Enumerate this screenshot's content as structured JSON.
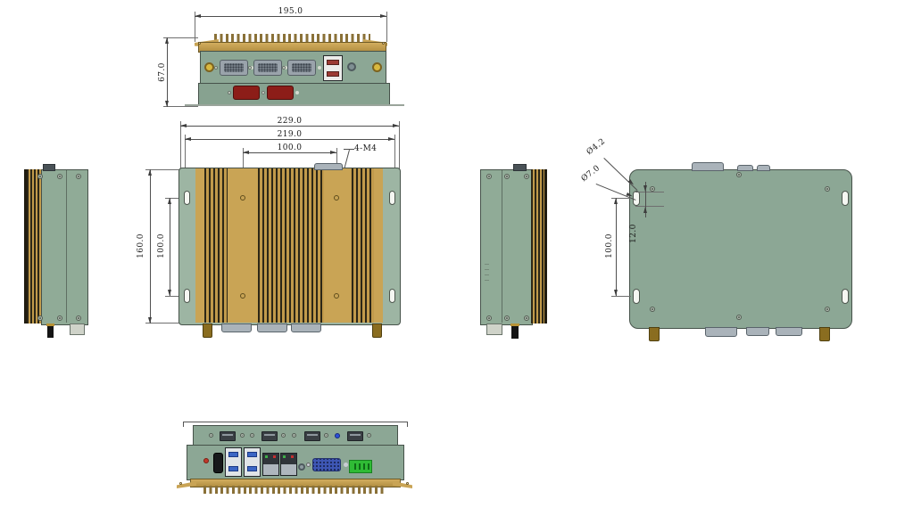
{
  "drawing_title": "fanless-embedded-pc-outline-dimension-drawing",
  "dims": {
    "front_width": "195.0",
    "front_height": "67.0",
    "top_overall_width": "229.0",
    "top_inner_width": "219.0",
    "top_hole_pitch_x": "100.0",
    "top_thread_callout": "4-M4",
    "top_overall_depth": "160.0",
    "top_hole_pitch_y": "100.0",
    "bottom_hole_small_dia": "Ø4.2",
    "bottom_hole_large_dia": "Ø7.0",
    "bottom_slot_offset": "12.0",
    "bottom_slot_pitch": "100.0"
  },
  "colors": {
    "body_green": "#8CA795",
    "heatsink_gold": "#C9A455",
    "fin_dark": "#2C2717",
    "connector_red": "#8C1D18",
    "usb_blue": "#3C66C4",
    "vga_blue": "#3E57B5",
    "terminal_green": "#2FBB35",
    "dimension_line": "#4F4F4F"
  }
}
